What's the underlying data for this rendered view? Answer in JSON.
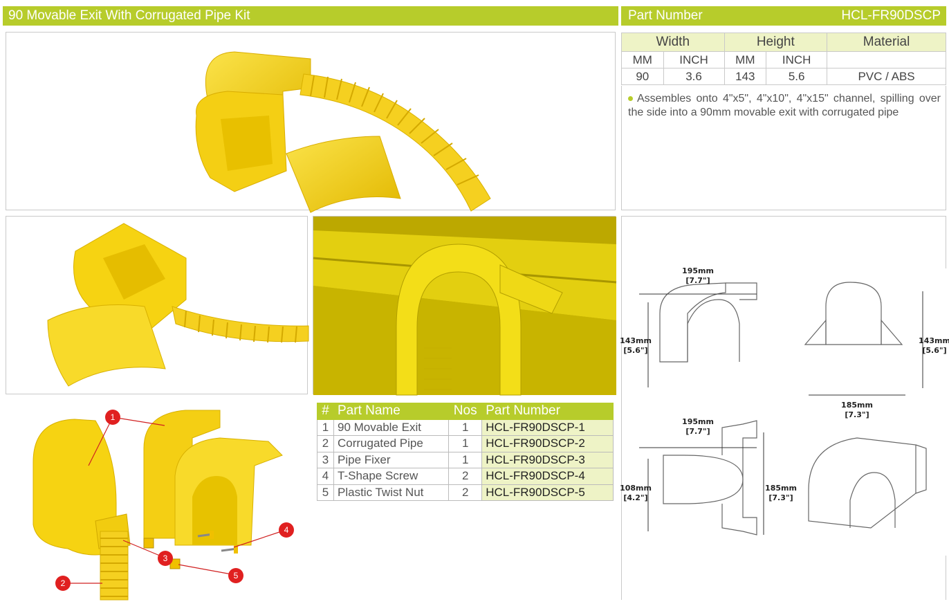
{
  "header": {
    "title": "90 Movable Exit With Corrugated Pipe Kit",
    "part_number_label": "Part Number",
    "part_number_value": "HCL-FR90DSCP"
  },
  "spec_table": {
    "headers": [
      "Width",
      "Height",
      "Material"
    ],
    "subheaders": [
      "MM",
      "INCH",
      "MM",
      "INCH",
      ""
    ],
    "values": [
      "90",
      "3.6",
      "143",
      "5.6",
      "PVC / ABS"
    ]
  },
  "description": "Assembles onto 4\"x5\", 4\"x10\", 4\"x15\" channel, spilling over the side into a 90mm movable exit with corrugated pipe",
  "parts_table": {
    "headers": [
      "#",
      "Part Name",
      "Nos",
      "Part Number"
    ],
    "rows": [
      {
        "num": "1",
        "name": "90 Movable Exit",
        "nos": "1",
        "part": "HCL-FR90DSCP-1"
      },
      {
        "num": "2",
        "name": "Corrugated Pipe",
        "nos": "1",
        "part": "HCL-FR90DSCP-2"
      },
      {
        "num": "3",
        "name": "Pipe Fixer",
        "nos": "1",
        "part": "HCL-FR90DSCP-3"
      },
      {
        "num": "4",
        "name": "T-Shape Screw",
        "nos": "2",
        "part": "HCL-FR90DSCP-4"
      },
      {
        "num": "5",
        "name": "Plastic Twist Nut",
        "nos": "2",
        "part": "HCL-FR90DSCP-5"
      }
    ]
  },
  "callouts": [
    "1",
    "2",
    "3",
    "4",
    "5"
  ],
  "dimensions": {
    "d195a": "195mm",
    "d195a_in": "[7.7\"]",
    "d143a": "143mm",
    "d143a_in": "[5.6\"]",
    "d143b": "143mm",
    "d143b_in": "[5.6\"]",
    "d185a": "185mm",
    "d185a_in": "[7.3\"]",
    "d195b": "195mm",
    "d195b_in": "[7.7\"]",
    "d108": "108mm",
    "d108_in": "[4.2\"]",
    "d185b": "185mm",
    "d185b_in": "[7.3\"]"
  },
  "colors": {
    "accent": "#b7cc2b",
    "accent_light": "#eef3c6",
    "product": "#f6d312",
    "callout": "#e02020"
  }
}
